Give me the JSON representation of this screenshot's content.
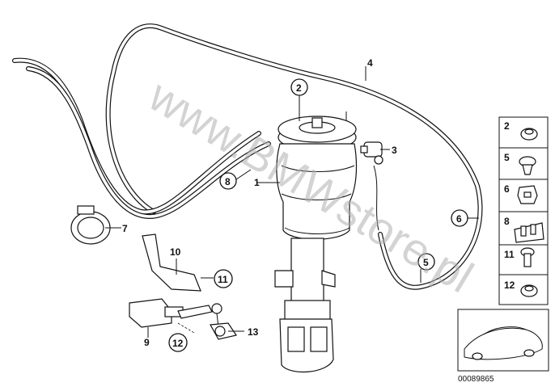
{
  "watermark": "www.BMWstore.pl",
  "drawing_code": "00089865",
  "callouts": {
    "c1": "1",
    "c2": "2",
    "c3": "3",
    "c4": "4",
    "c5": "5",
    "c6": "6",
    "c7": "7",
    "c8": "8",
    "c9": "9",
    "c10": "10",
    "c11": "11",
    "c12": "12",
    "c13": "13"
  },
  "side_panel": {
    "items": [
      {
        "label": "2",
        "icon": "nut-icon"
      },
      {
        "label": "5",
        "icon": "expanding-rivet-icon"
      },
      {
        "label": "6",
        "icon": "clip-icon"
      },
      {
        "label": "8",
        "icon": "hose-holder-icon"
      },
      {
        "label": "11",
        "icon": "bolt-icon"
      },
      {
        "label": "12",
        "icon": "nut-icon"
      }
    ]
  }
}
